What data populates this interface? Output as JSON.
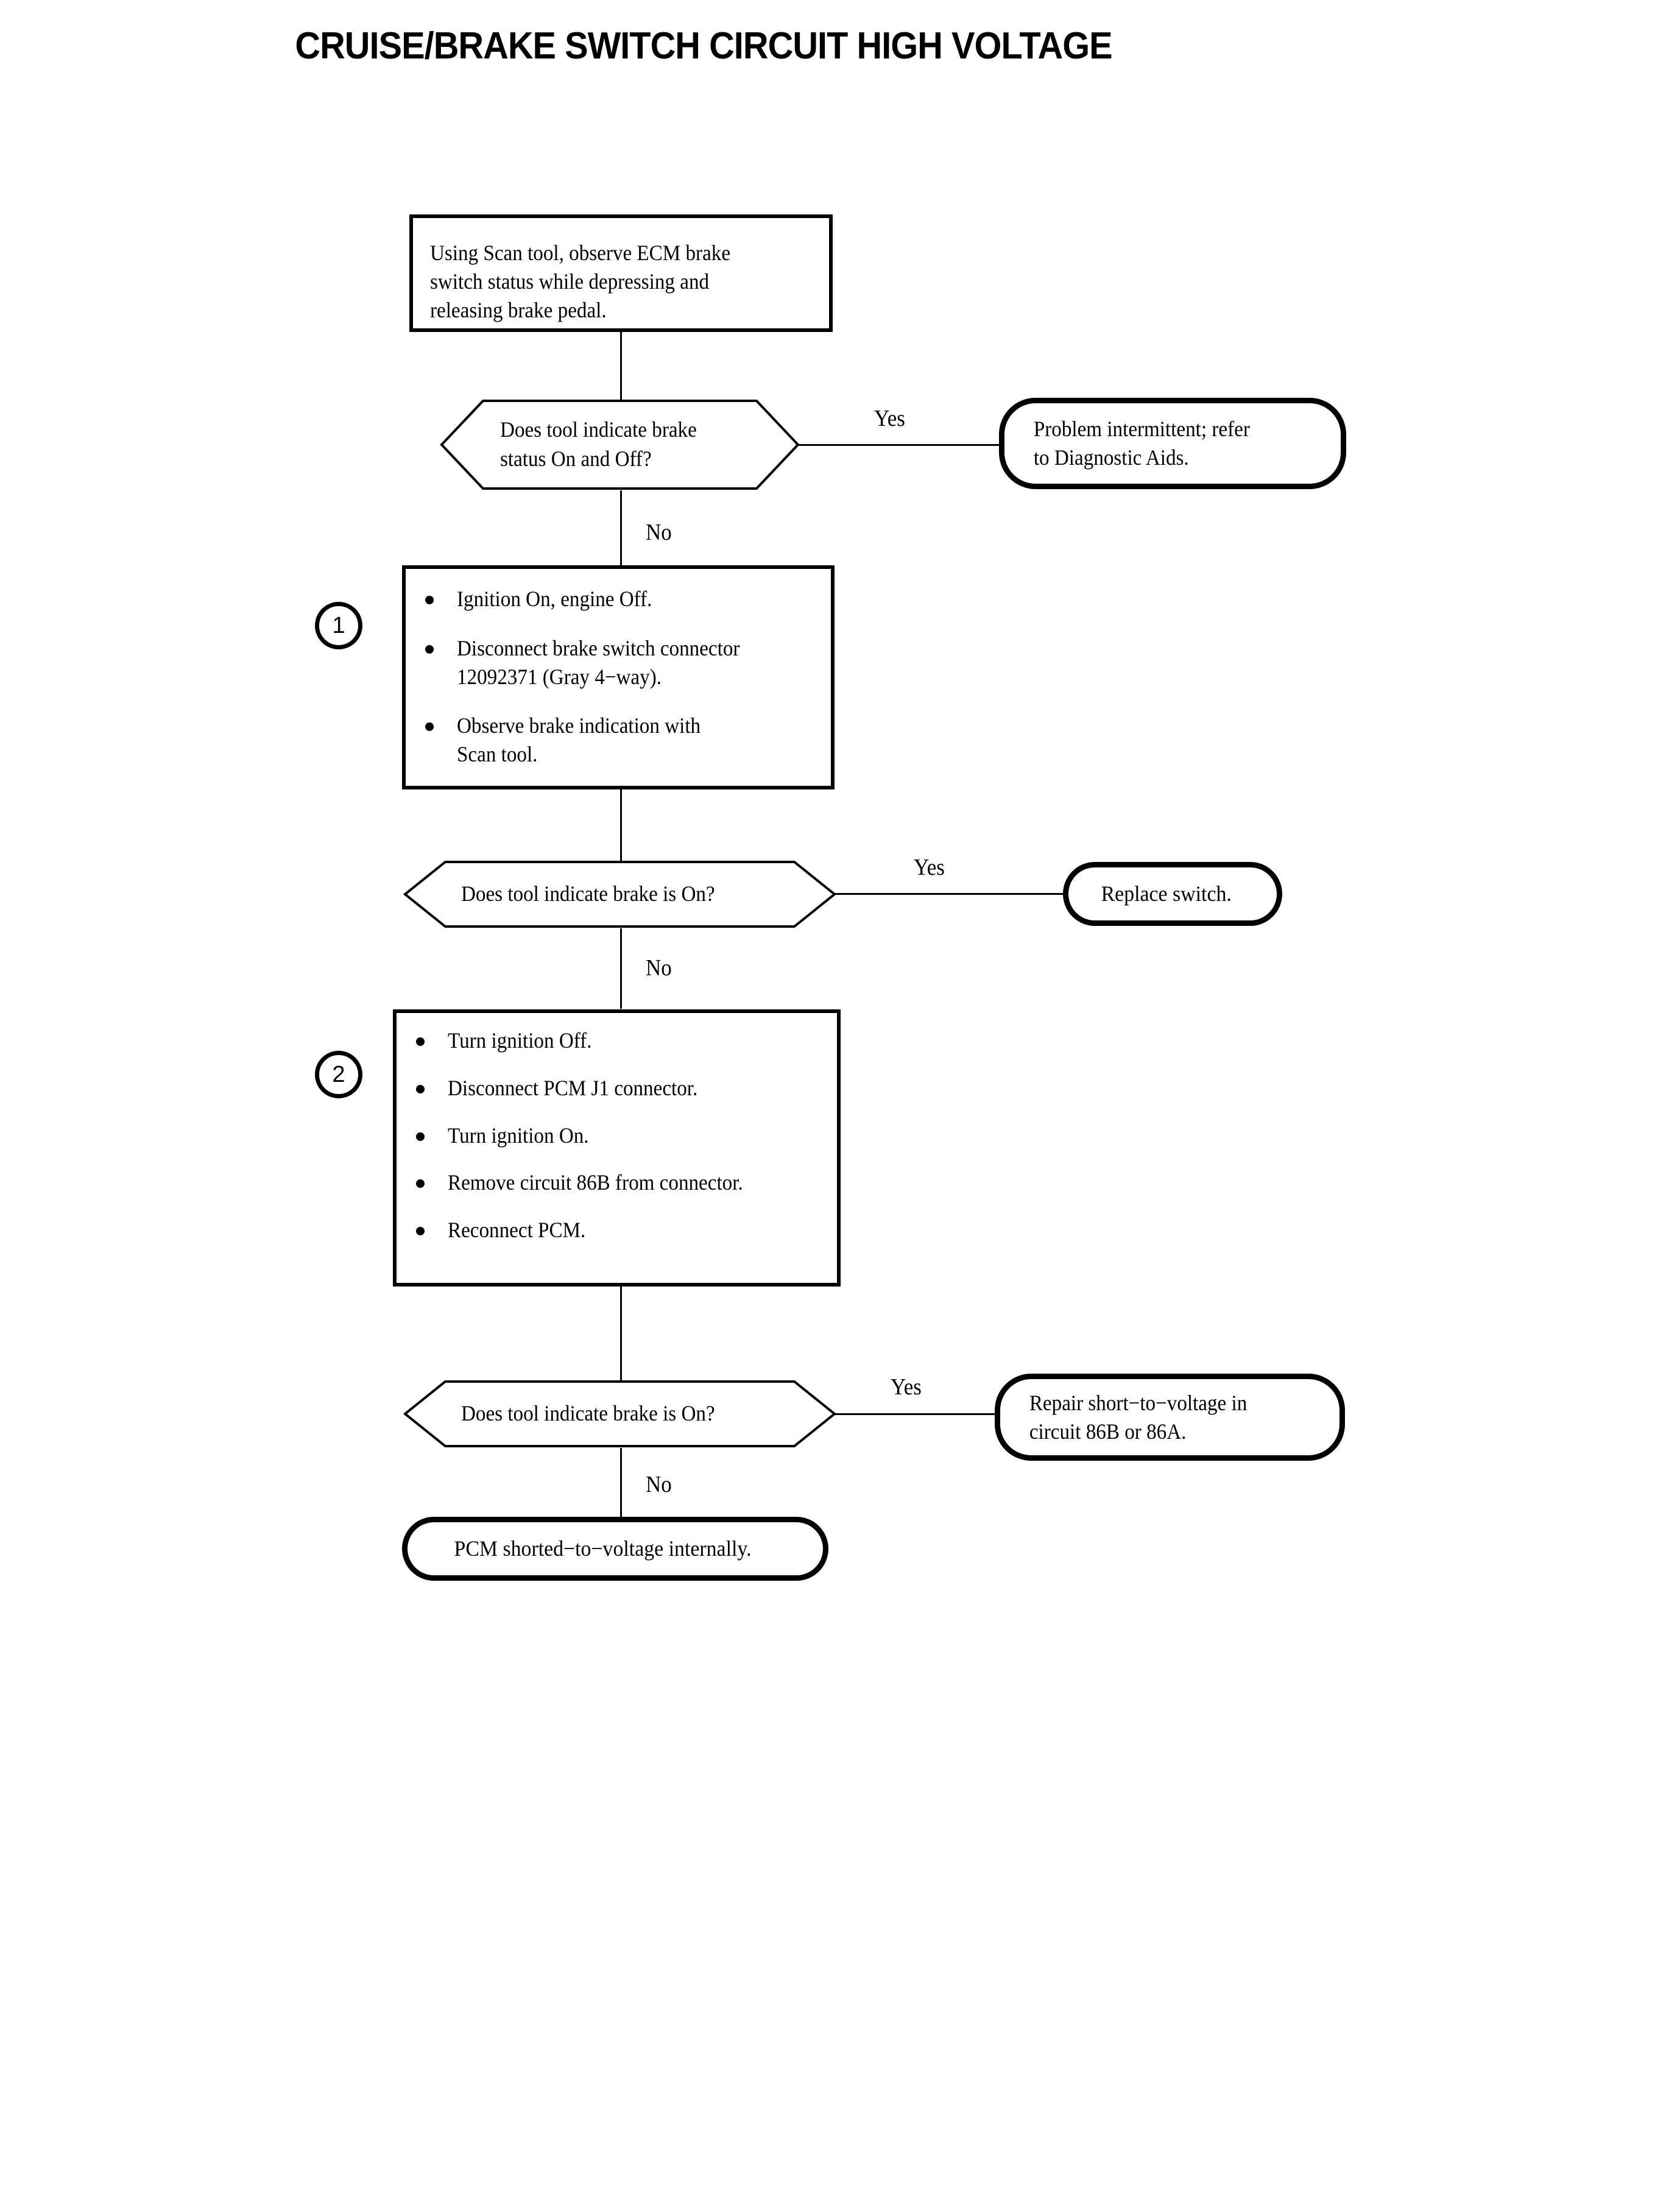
{
  "title": "CRUISE/BRAKE SWITCH CIRCUIT HIGH VOLTAGE",
  "steps": {
    "step1_number": "1",
    "step2_number": "2"
  },
  "nodes": {
    "start_process": {
      "text": "Using Scan tool, observe ECM brake\nswitch status while depressing and\nreleasing brake pedal."
    },
    "decision1": {
      "text": "Does tool indicate brake\nstatus On and Off?"
    },
    "terminal_intermittent": {
      "text": "Problem intermittent; refer\nto Diagnostic Aids."
    },
    "step1_process": {
      "bullets": [
        "Ignition On, engine Off.",
        "Disconnect brake switch connector\n12092371 (Gray 4−way).",
        "Observe brake indication with\nScan tool."
      ]
    },
    "decision2": {
      "text": "Does tool indicate brake is On?"
    },
    "terminal_replace_switch": {
      "text": "Replace switch."
    },
    "step2_process": {
      "bullets": [
        "Turn ignition Off.",
        "Disconnect PCM J1 connector.",
        "Turn ignition On.",
        "Remove circuit 86B from connector.",
        "Reconnect PCM."
      ]
    },
    "decision3": {
      "text": "Does tool indicate brake is On?"
    },
    "terminal_repair_short": {
      "text": "Repair short−to−voltage in\ncircuit 86B or 86A."
    },
    "terminal_pcm_shorted": {
      "text": "PCM shorted−to−voltage internally."
    }
  },
  "branch_labels": {
    "d1_yes": "Yes",
    "d1_no": "No",
    "d2_yes": "Yes",
    "d2_no": "No",
    "d3_yes": "Yes",
    "d3_no": "No"
  },
  "colors": {
    "ink": "#000000",
    "paper": "#ffffff"
  }
}
